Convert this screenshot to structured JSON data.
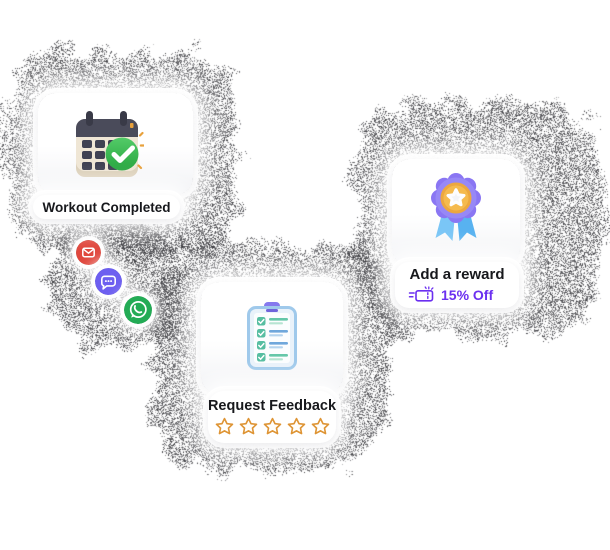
{
  "canvas": {
    "workout_card": {
      "label": "Workout Completed",
      "icon": "calendar-check-3d-icon"
    },
    "channels": [
      {
        "name": "email",
        "icon": "envelope-icon",
        "color": "#E0473D"
      },
      {
        "name": "sms-chat",
        "icon": "chat-bubble-icon",
        "color": "#6D5FF0"
      },
      {
        "name": "whatsapp",
        "icon": "whatsapp-icon",
        "color": "#23AB55"
      }
    ],
    "feedback_card": {
      "label": "Request Feedback",
      "icon": "clipboard-checklist-3d-icon",
      "rating": {
        "total_stars": 5,
        "filled_stars": 0
      }
    },
    "reward_card": {
      "label": "Add a reward",
      "icon": "medal-ribbon-3d-icon",
      "discount": {
        "label": "15% Off",
        "icon": "ticket-coupon-icon"
      }
    }
  },
  "colors": {
    "background": "#FFFFFF",
    "text_dark": "#17181C",
    "accent_purple": "#6B2FF0",
    "star_orange": "#DE9434",
    "email_red": "#E0473D",
    "chat_purple": "#6D5FF0",
    "whatsapp_green": "#23AB55",
    "noise_dot": "#26262B"
  }
}
